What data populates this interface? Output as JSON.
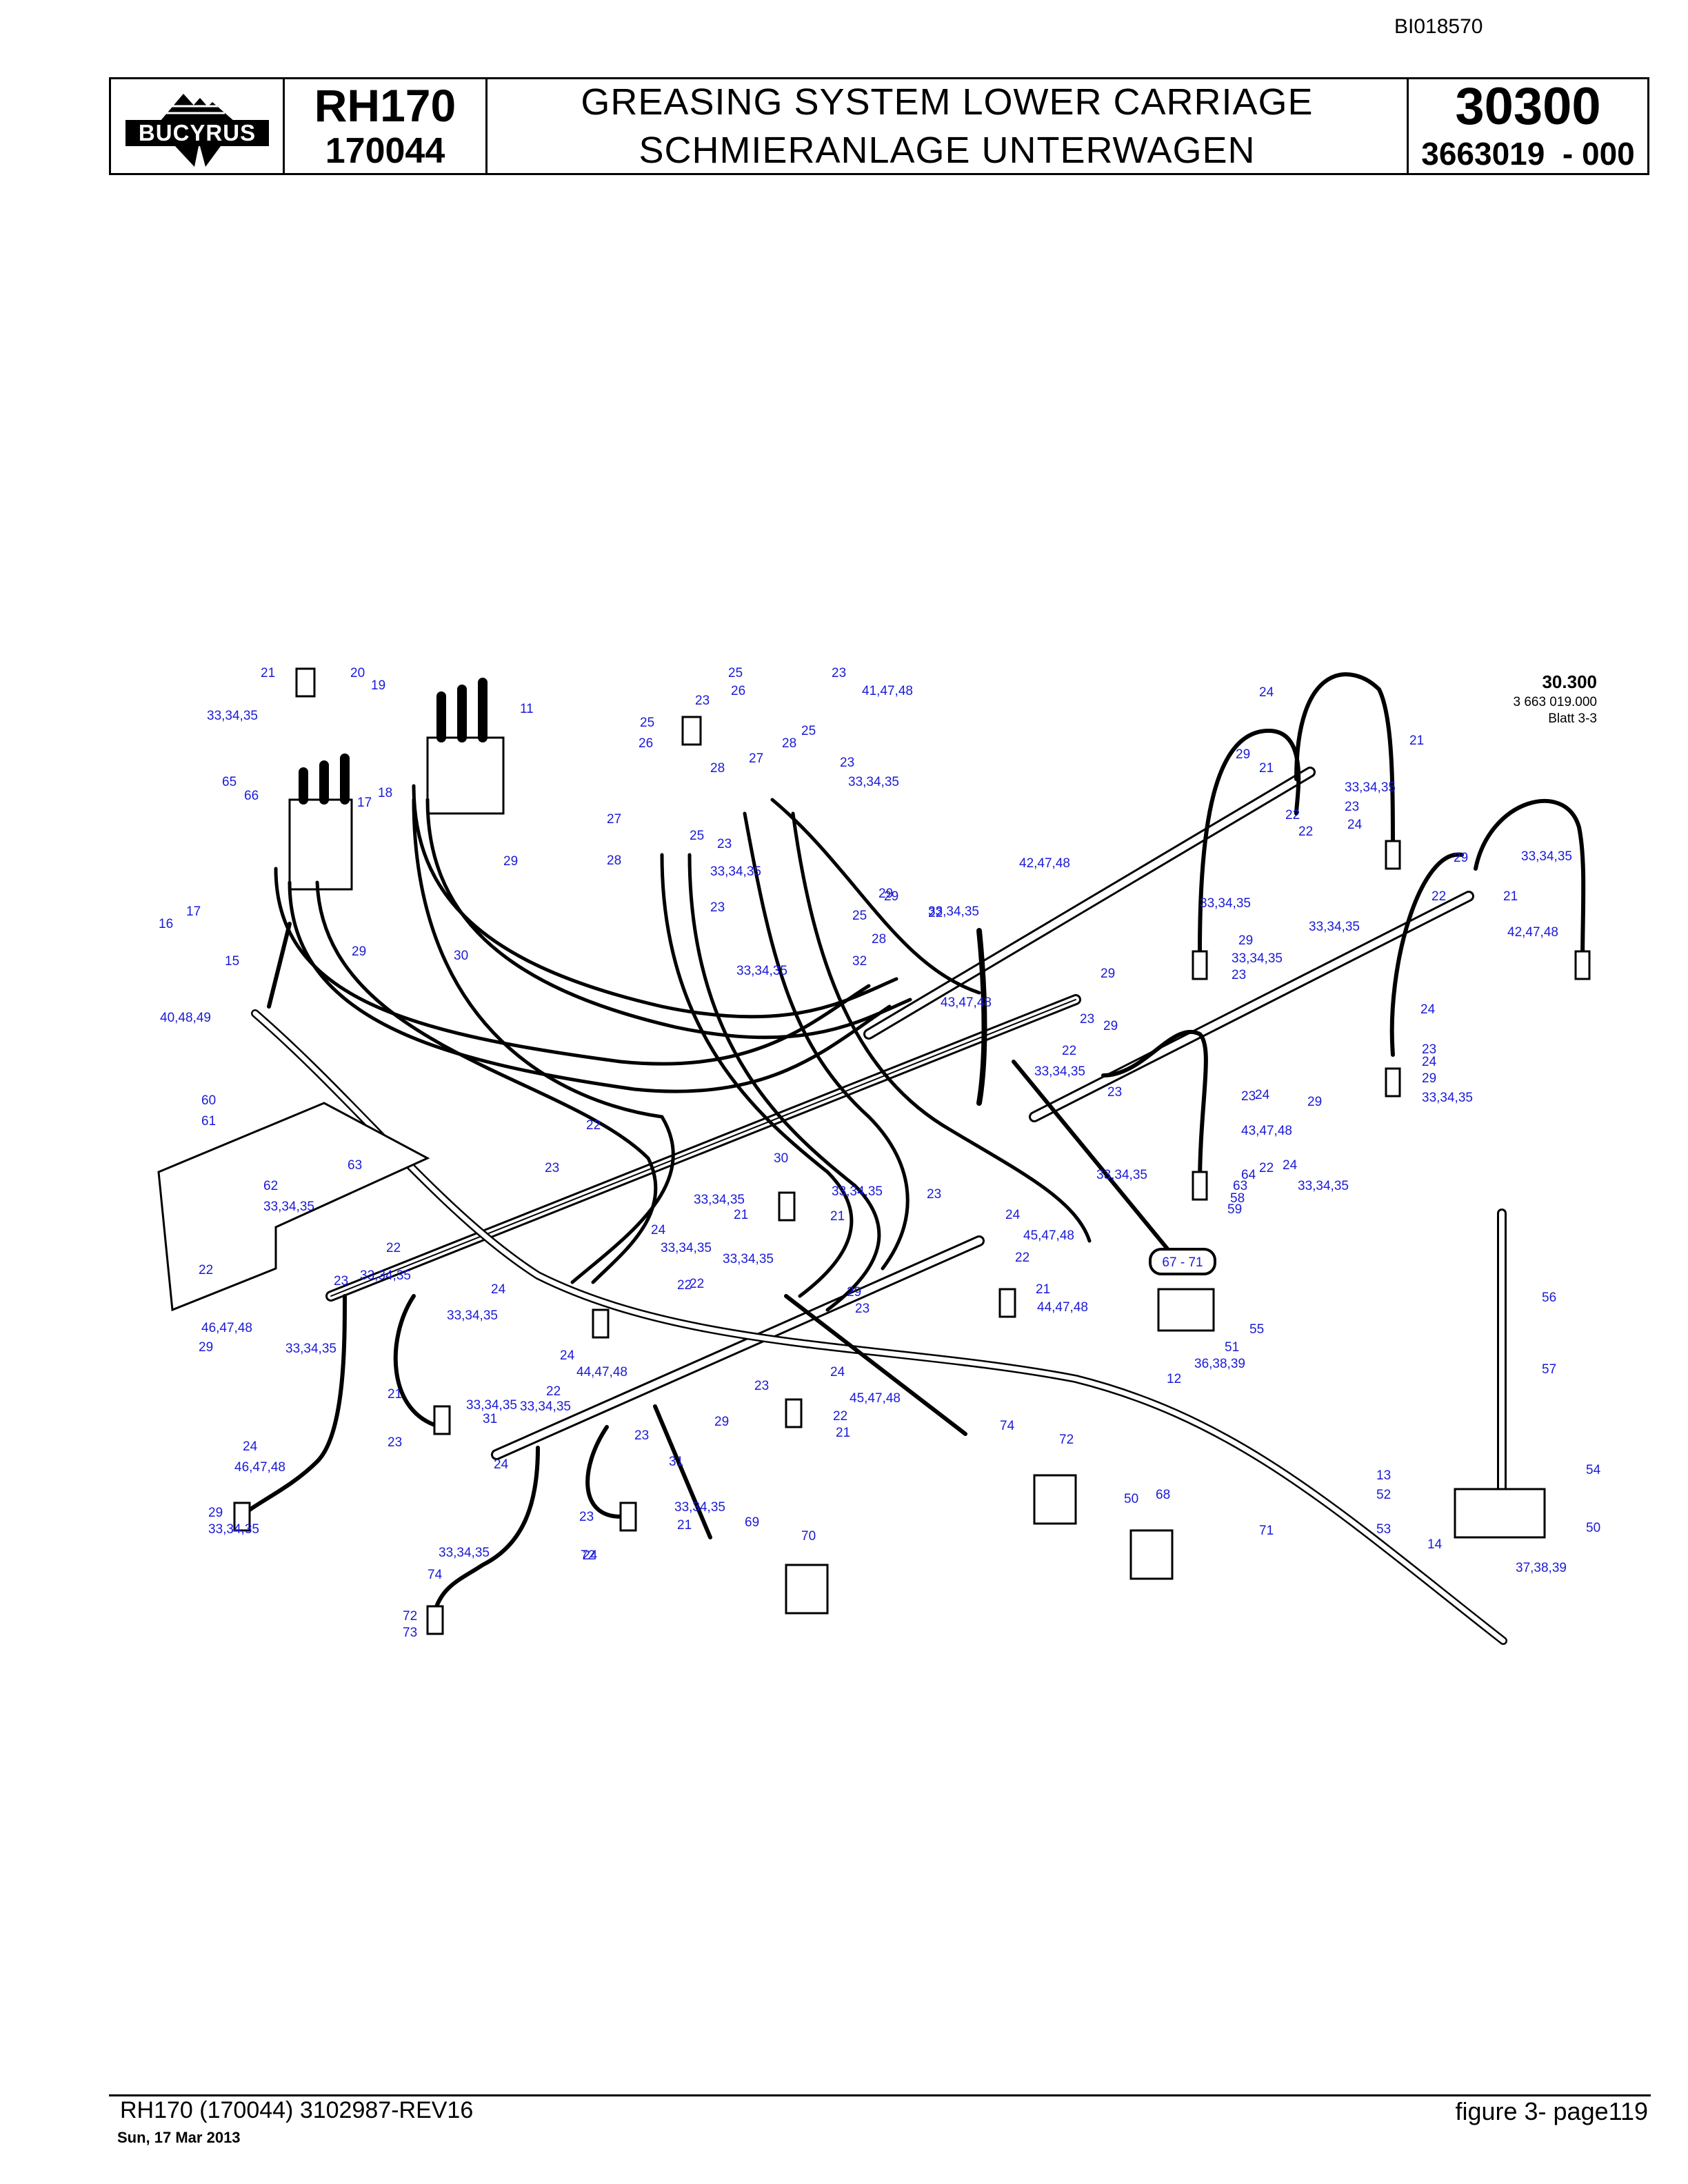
{
  "header": {
    "doc_id": "BI018570",
    "logo_text": "BUCYRUS",
    "model": "RH170",
    "serial": "170044",
    "title_en": "GREASING SYSTEM LOWER CARRIAGE",
    "title_de": "SCHMIERANLAGE UNTERWAGEN",
    "section_number": "30300",
    "part_number": "3663019  - 000"
  },
  "reference": {
    "title": "30.300",
    "number": "3 663 019.000",
    "sheet": "Blatt 3-3"
  },
  "callout_box": "67 - 71",
  "labels": [
    "21",
    "20",
    "19",
    "33,34,35",
    "11",
    "65",
    "66",
    "17",
    "18",
    "16",
    "17",
    "15",
    "40,48,49",
    "29",
    "29",
    "30",
    "25",
    "23",
    "26",
    "41,47,48",
    "23",
    "25",
    "26",
    "25",
    "28",
    "27",
    "28",
    "23",
    "33,34,35",
    "27",
    "28",
    "25",
    "23",
    "33,34,35",
    "28",
    "25",
    "23",
    "29",
    "33,34,35",
    "32",
    "29",
    "33,34,35",
    "29",
    "42,47,48",
    "22",
    "43,47,48",
    "29",
    "22",
    "33,34,35",
    "23",
    "24",
    "29",
    "21",
    "22",
    "21",
    "22",
    "33,34,35",
    "23",
    "24",
    "33,34,35",
    "29",
    "33,34,35",
    "23",
    "24",
    "29",
    "33,34,35",
    "22",
    "21",
    "42,47,48",
    "33,34,35",
    "23",
    "24",
    "29",
    "33,34,35",
    "23",
    "24",
    "43,47,48",
    "22",
    "33,34,35",
    "29",
    "33,34,35",
    "23",
    "24",
    "64",
    "63",
    "58",
    "59",
    "60",
    "61",
    "63",
    "62",
    "33,34,35",
    "22",
    "46,47,48",
    "29",
    "22",
    "33,34,35",
    "21",
    "23",
    "24",
    "33,34,35",
    "30",
    "33,34,35",
    "21",
    "23",
    "24",
    "45,47,48",
    "22",
    "21",
    "44,47,48",
    "22",
    "33,34,35",
    "23",
    "24",
    "33,34,35",
    "22",
    "33,34,35",
    "22",
    "29",
    "23",
    "24",
    "33,34,35",
    "31",
    "33,34,35",
    "21",
    "23",
    "24",
    "46,47,48",
    "29",
    "33,34,35",
    "23",
    "24",
    "45,47,48",
    "22",
    "21",
    "44,47,48",
    "22",
    "33,34,35",
    "29",
    "23",
    "24",
    "31",
    "33,34,35",
    "21",
    "23",
    "24",
    "33,34,35",
    "74",
    "72",
    "73",
    "72",
    "74",
    "72",
    "50",
    "68",
    "69",
    "70",
    "71",
    "12",
    "36,38,39",
    "51",
    "55",
    "56",
    "57",
    "54",
    "13",
    "52",
    "53",
    "14",
    "37,38,39",
    "50"
  ],
  "footer": {
    "left": "RH170 (170044) 3102987-REV16",
    "date": "Sun, 17 Mar 2013",
    "right": "figure  3- page119"
  }
}
